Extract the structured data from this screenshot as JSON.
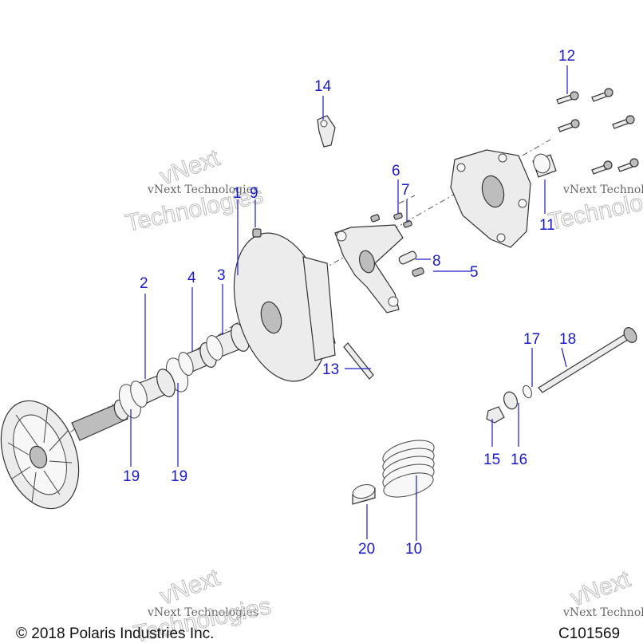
{
  "watermarks": {
    "small_text": "vNext Technologies",
    "big_word": "Technologies",
    "corner_text": "vNext"
  },
  "callouts": [
    {
      "id": "c1",
      "label": "1"
    },
    {
      "id": "c9",
      "label": "9"
    },
    {
      "id": "c2",
      "label": "2"
    },
    {
      "id": "c3",
      "label": "3"
    },
    {
      "id": "c4",
      "label": "4"
    },
    {
      "id": "c5",
      "label": "5"
    },
    {
      "id": "c6",
      "label": "6"
    },
    {
      "id": "c7",
      "label": "7"
    },
    {
      "id": "c8",
      "label": "8"
    },
    {
      "id": "c10",
      "label": "10"
    },
    {
      "id": "c11",
      "label": "11"
    },
    {
      "id": "c12",
      "label": "12"
    },
    {
      "id": "c13",
      "label": "13"
    },
    {
      "id": "c14",
      "label": "14"
    },
    {
      "id": "c15",
      "label": "15"
    },
    {
      "id": "c16",
      "label": "16"
    },
    {
      "id": "c17",
      "label": "17"
    },
    {
      "id": "c18",
      "label": "18"
    },
    {
      "id": "c19a",
      "label": "19"
    },
    {
      "id": "c19b",
      "label": "19"
    },
    {
      "id": "c20",
      "label": "20"
    }
  ],
  "footer": {
    "copyright": "© 2018 Polaris Industries Inc.",
    "drawing_code": "C101569"
  }
}
